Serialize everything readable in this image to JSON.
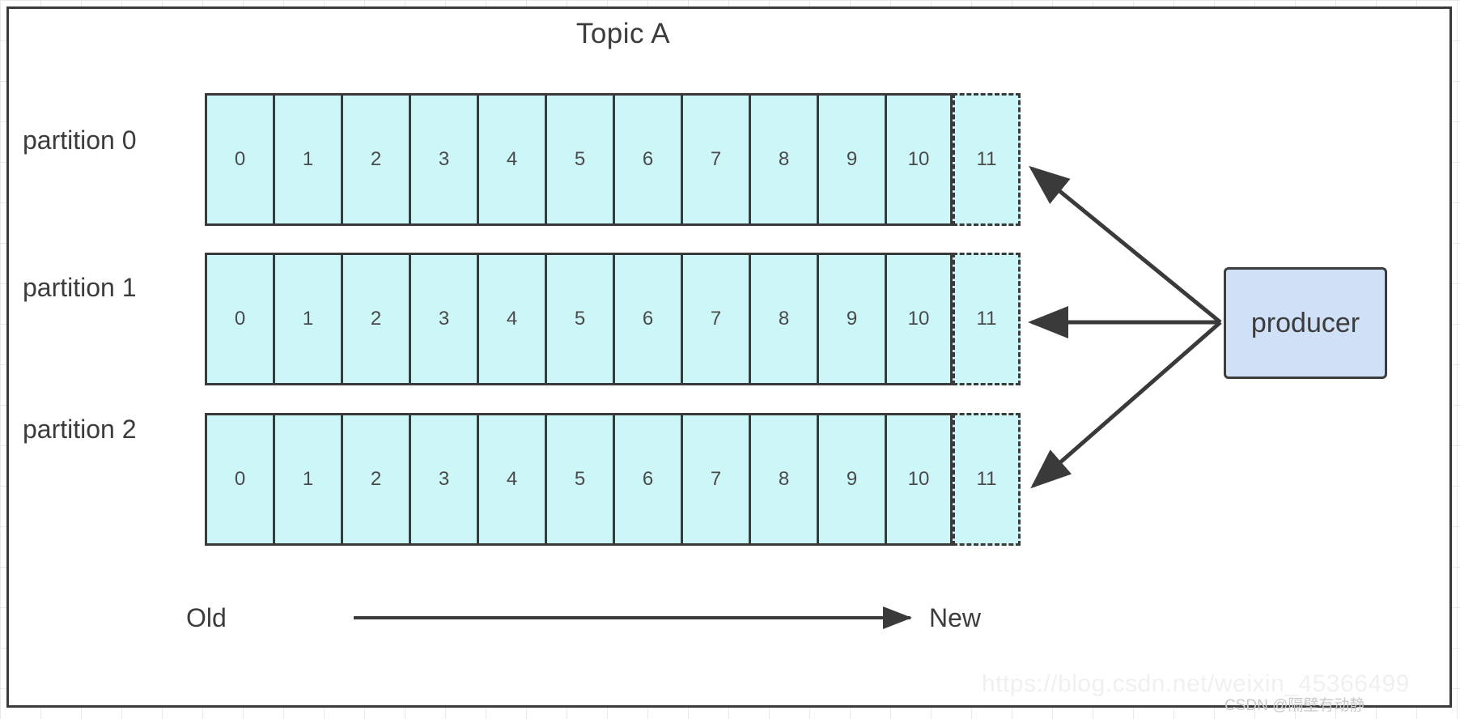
{
  "diagram": {
    "title": "Topic A",
    "offsets": [
      "0",
      "1",
      "2",
      "3",
      "4",
      "5",
      "6",
      "7",
      "8",
      "9",
      "10",
      "11"
    ],
    "partitions": [
      {
        "label": "partition 0",
        "cells": [
          "0",
          "1",
          "2",
          "3",
          "4",
          "5",
          "6",
          "7",
          "8",
          "9",
          "10",
          "11"
        ],
        "pending_cell": "11"
      },
      {
        "label": "partition 1",
        "cells": [
          "0",
          "1",
          "2",
          "3",
          "4",
          "5",
          "6",
          "7",
          "8",
          "9",
          "10",
          "11"
        ],
        "pending_cell": "11"
      },
      {
        "label": "partition 2",
        "cells": [
          "0",
          "1",
          "2",
          "3",
          "4",
          "5",
          "6",
          "7",
          "8",
          "9",
          "10",
          "11"
        ],
        "pending_cell": "11"
      }
    ],
    "producer": {
      "label": "producer"
    },
    "axis": {
      "start_label": "Old",
      "end_label": "New"
    },
    "colors": {
      "cell_fill": "#cdf6f8",
      "cell_stroke": "#3a3a3a",
      "producer_fill": "#cfe0f7",
      "producer_stroke": "#3c3c3c",
      "text": "#3c3c3c",
      "frame": "#3a3a3a"
    }
  },
  "watermark": {
    "url": "https://blog.csdn.net/weixin_45366499",
    "credit": "CSDN @隔壁有动静"
  }
}
